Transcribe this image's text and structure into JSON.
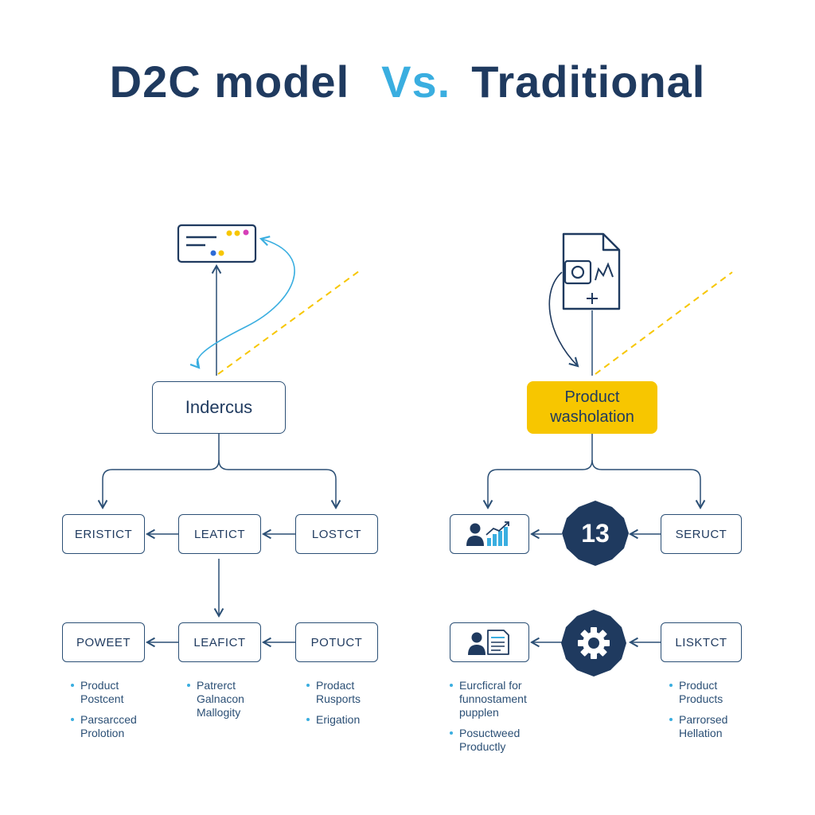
{
  "title": {
    "left": "D2C model",
    "vs": "Vs.",
    "right": "Traditional"
  },
  "colors": {
    "navy": "#1f3a5f",
    "line": "#2b4f75",
    "accent_blue": "#3aaee0",
    "accent_yellow": "#f7c600",
    "dot_magenta": "#d63fb8"
  },
  "left": {
    "hub": "Indercus",
    "row1": [
      "ERISTICT",
      "LEATICT",
      "LOSTCT"
    ],
    "row2": [
      "POWEET",
      "LEAFICT",
      "POTUCT"
    ],
    "bullets": [
      [
        [
          "Product",
          "Postcent"
        ],
        [
          "Parsarcced",
          "Prolotion"
        ]
      ],
      [
        [
          "Patrerct",
          "Galnacon",
          "Mallogity"
        ]
      ],
      [
        [
          "Prodact",
          "Rusports"
        ],
        [
          "Erigation"
        ]
      ]
    ]
  },
  "right": {
    "hub": [
      "Product",
      "washolation"
    ],
    "badge_number": "13",
    "row1_right": "SERUCT",
    "row2_right": "LISKTCT",
    "bullets_left": [
      [
        [
          "Eurcficral for",
          "funnostament",
          "pupplen"
        ]
      ],
      [
        [
          "Posuctweed",
          "Productly"
        ]
      ]
    ],
    "bullets_right": [
      [
        [
          "Product",
          "Products"
        ]
      ],
      [
        [
          "Parrorsed",
          "Hellation"
        ]
      ]
    ]
  },
  "icons": {
    "top_left": "browser-window-icon",
    "top_right": "document-chart-icon",
    "r1": "user-chart-icon",
    "r2": "user-document-icon",
    "badge2": "gear-icon"
  }
}
